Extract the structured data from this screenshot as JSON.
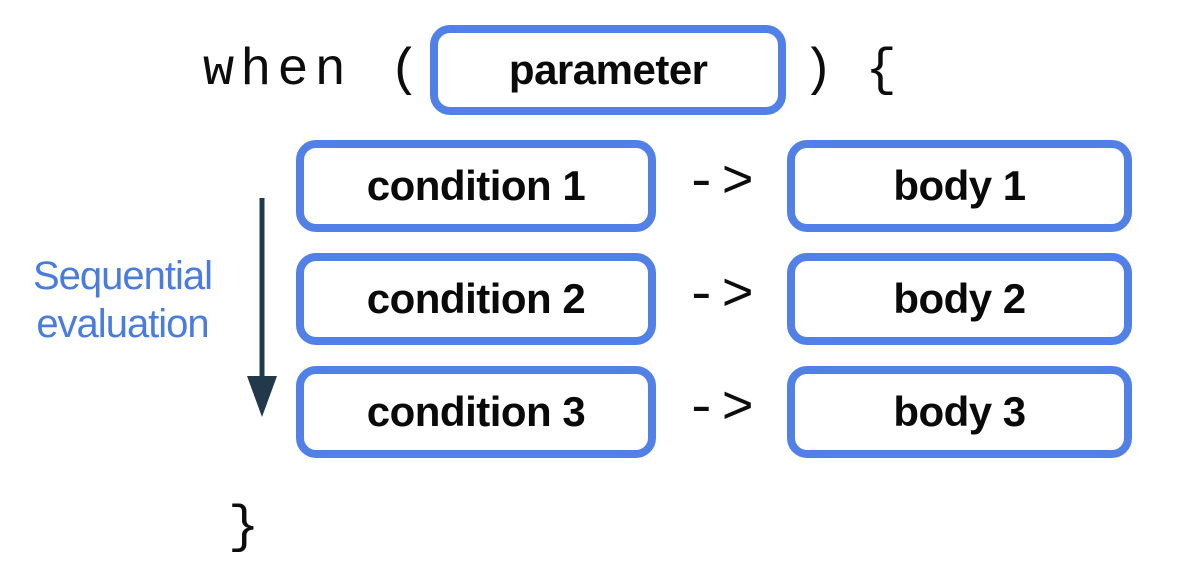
{
  "diagram": {
    "title_semantics": "Kotlin when expression structure",
    "code": {
      "keyword_open": "when (",
      "paren_close": ")",
      "brace_open": "{",
      "brace_close": "}"
    },
    "parameter_box": {
      "label": "parameter"
    },
    "rows": [
      {
        "condition": "condition 1",
        "arrow": "->",
        "body": "body 1"
      },
      {
        "condition": "condition 2",
        "arrow": "->",
        "body": "body 2"
      },
      {
        "condition": "condition 3",
        "arrow": "->",
        "body": "body 3"
      }
    ],
    "annotation": {
      "line1": "Sequential",
      "line2": "evaluation"
    },
    "colors": {
      "box_border": "#5181e6",
      "annotation_text": "#4a7ce0",
      "sequence_arrow": "#22394b",
      "code_text": "#0d0d0d",
      "background": "#ffffff"
    }
  }
}
